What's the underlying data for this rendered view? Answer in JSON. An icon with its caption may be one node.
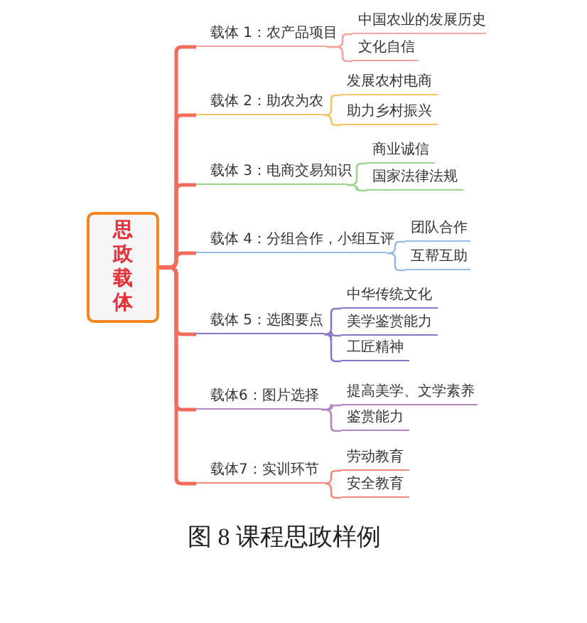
{
  "diagram": {
    "caption": "图 8 课程思政样例",
    "nodes": [
      {
        "text": [
          "思政载体"
        ]
      },
      {
        "text": [
          "载体 1：农产品项目"
        ]
      },
      {
        "text": [
          "中国农业的发展历史"
        ]
      },
      {
        "text": [
          "文化自信"
        ]
      },
      {
        "text": [
          "载体 2：助农为农"
        ]
      },
      {
        "text": [
          "发展农村电商"
        ]
      },
      {
        "text": [
          "助力乡村振兴"
        ]
      },
      {
        "text": [
          "载体 3：电商交易知识"
        ]
      },
      {
        "text": [
          "商业诚信"
        ]
      },
      {
        "text": [
          "国家法律法规"
        ]
      },
      {
        "text": [
          "载体 4：分组合作，小组互评"
        ]
      },
      {
        "text": [
          "团队合作"
        ]
      },
      {
        "text": [
          "互帮互助"
        ]
      },
      {
        "text": [
          "载体 5：选图要点"
        ]
      },
      {
        "text": [
          "中华传统文化"
        ]
      },
      {
        "text": [
          "美学鉴赏能力"
        ]
      },
      {
        "text": [
          "工匠精神"
        ]
      },
      {
        "text": [
          "载体6：图片选择"
        ]
      },
      {
        "text": [
          "提高美学、文学素养"
        ]
      },
      {
        "text": [
          "鉴赏能力"
        ]
      },
      {
        "text": [
          "载体7：实训环节"
        ]
      },
      {
        "text": [
          "劳动教育"
        ]
      },
      {
        "text": [
          "安全教育"
        ]
      }
    ],
    "edges": [
      {
        "from": 0,
        "to": 1,
        "arrow": "none",
        "color": "#f26b5b"
      },
      {
        "from": 0,
        "to": 4,
        "arrow": "none",
        "color": "#f26b5b"
      },
      {
        "from": 0,
        "to": 7,
        "arrow": "none",
        "color": "#f26b5b"
      },
      {
        "from": 0,
        "to": 10,
        "arrow": "none",
        "color": "#f26b5b"
      },
      {
        "from": 0,
        "to": 13,
        "arrow": "none",
        "color": "#f26b5b"
      },
      {
        "from": 0,
        "to": 17,
        "arrow": "none",
        "color": "#f26b5b"
      },
      {
        "from": 0,
        "to": 20,
        "arrow": "none",
        "color": "#f26b5b"
      },
      {
        "from": 1,
        "to": 2,
        "arrow": "none",
        "color": "#f4a49c"
      },
      {
        "from": 1,
        "to": 3,
        "arrow": "none",
        "color": "#f4a49c"
      },
      {
        "from": 4,
        "to": 5,
        "arrow": "none",
        "color": "#f6c465"
      },
      {
        "from": 4,
        "to": 6,
        "arrow": "none",
        "color": "#f6c465"
      },
      {
        "from": 7,
        "to": 8,
        "arrow": "none",
        "color": "#9dd38a"
      },
      {
        "from": 7,
        "to": 9,
        "arrow": "none",
        "color": "#9dd38a"
      },
      {
        "from": 10,
        "to": 11,
        "arrow": "none",
        "color": "#9bbbe6"
      },
      {
        "from": 10,
        "to": 12,
        "arrow": "none",
        "color": "#9bbbe6"
      },
      {
        "from": 13,
        "to": 14,
        "arrow": "none",
        "color": "#8a76c9"
      },
      {
        "from": 13,
        "to": 15,
        "arrow": "none",
        "color": "#8a76c9"
      },
      {
        "from": 13,
        "to": 16,
        "arrow": "none",
        "color": "#8a76c9"
      },
      {
        "from": 17,
        "to": 18,
        "arrow": "none",
        "color": "#b383c0"
      },
      {
        "from": 17,
        "to": 19,
        "arrow": "none",
        "color": "#b383c0"
      },
      {
        "from": 20,
        "to": 21,
        "arrow": "none",
        "color": "#f4897b"
      },
      {
        "from": 20,
        "to": 22,
        "arrow": "none",
        "color": "#f4897b"
      }
    ]
  }
}
